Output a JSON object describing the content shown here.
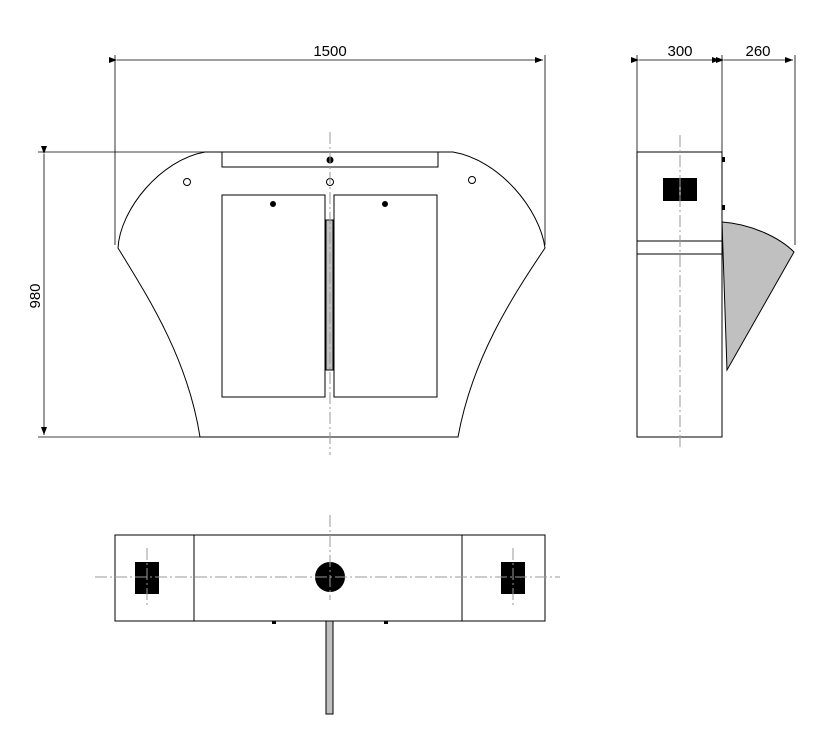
{
  "dimensions": {
    "front_width": "1500",
    "front_height": "980",
    "side_body_depth": "300",
    "side_flap_depth": "260"
  },
  "colors": {
    "line": "#000000",
    "centerline": "#9a9a9a",
    "flap_fill": "#c0c0c0",
    "sensor_fill": "#000000"
  }
}
